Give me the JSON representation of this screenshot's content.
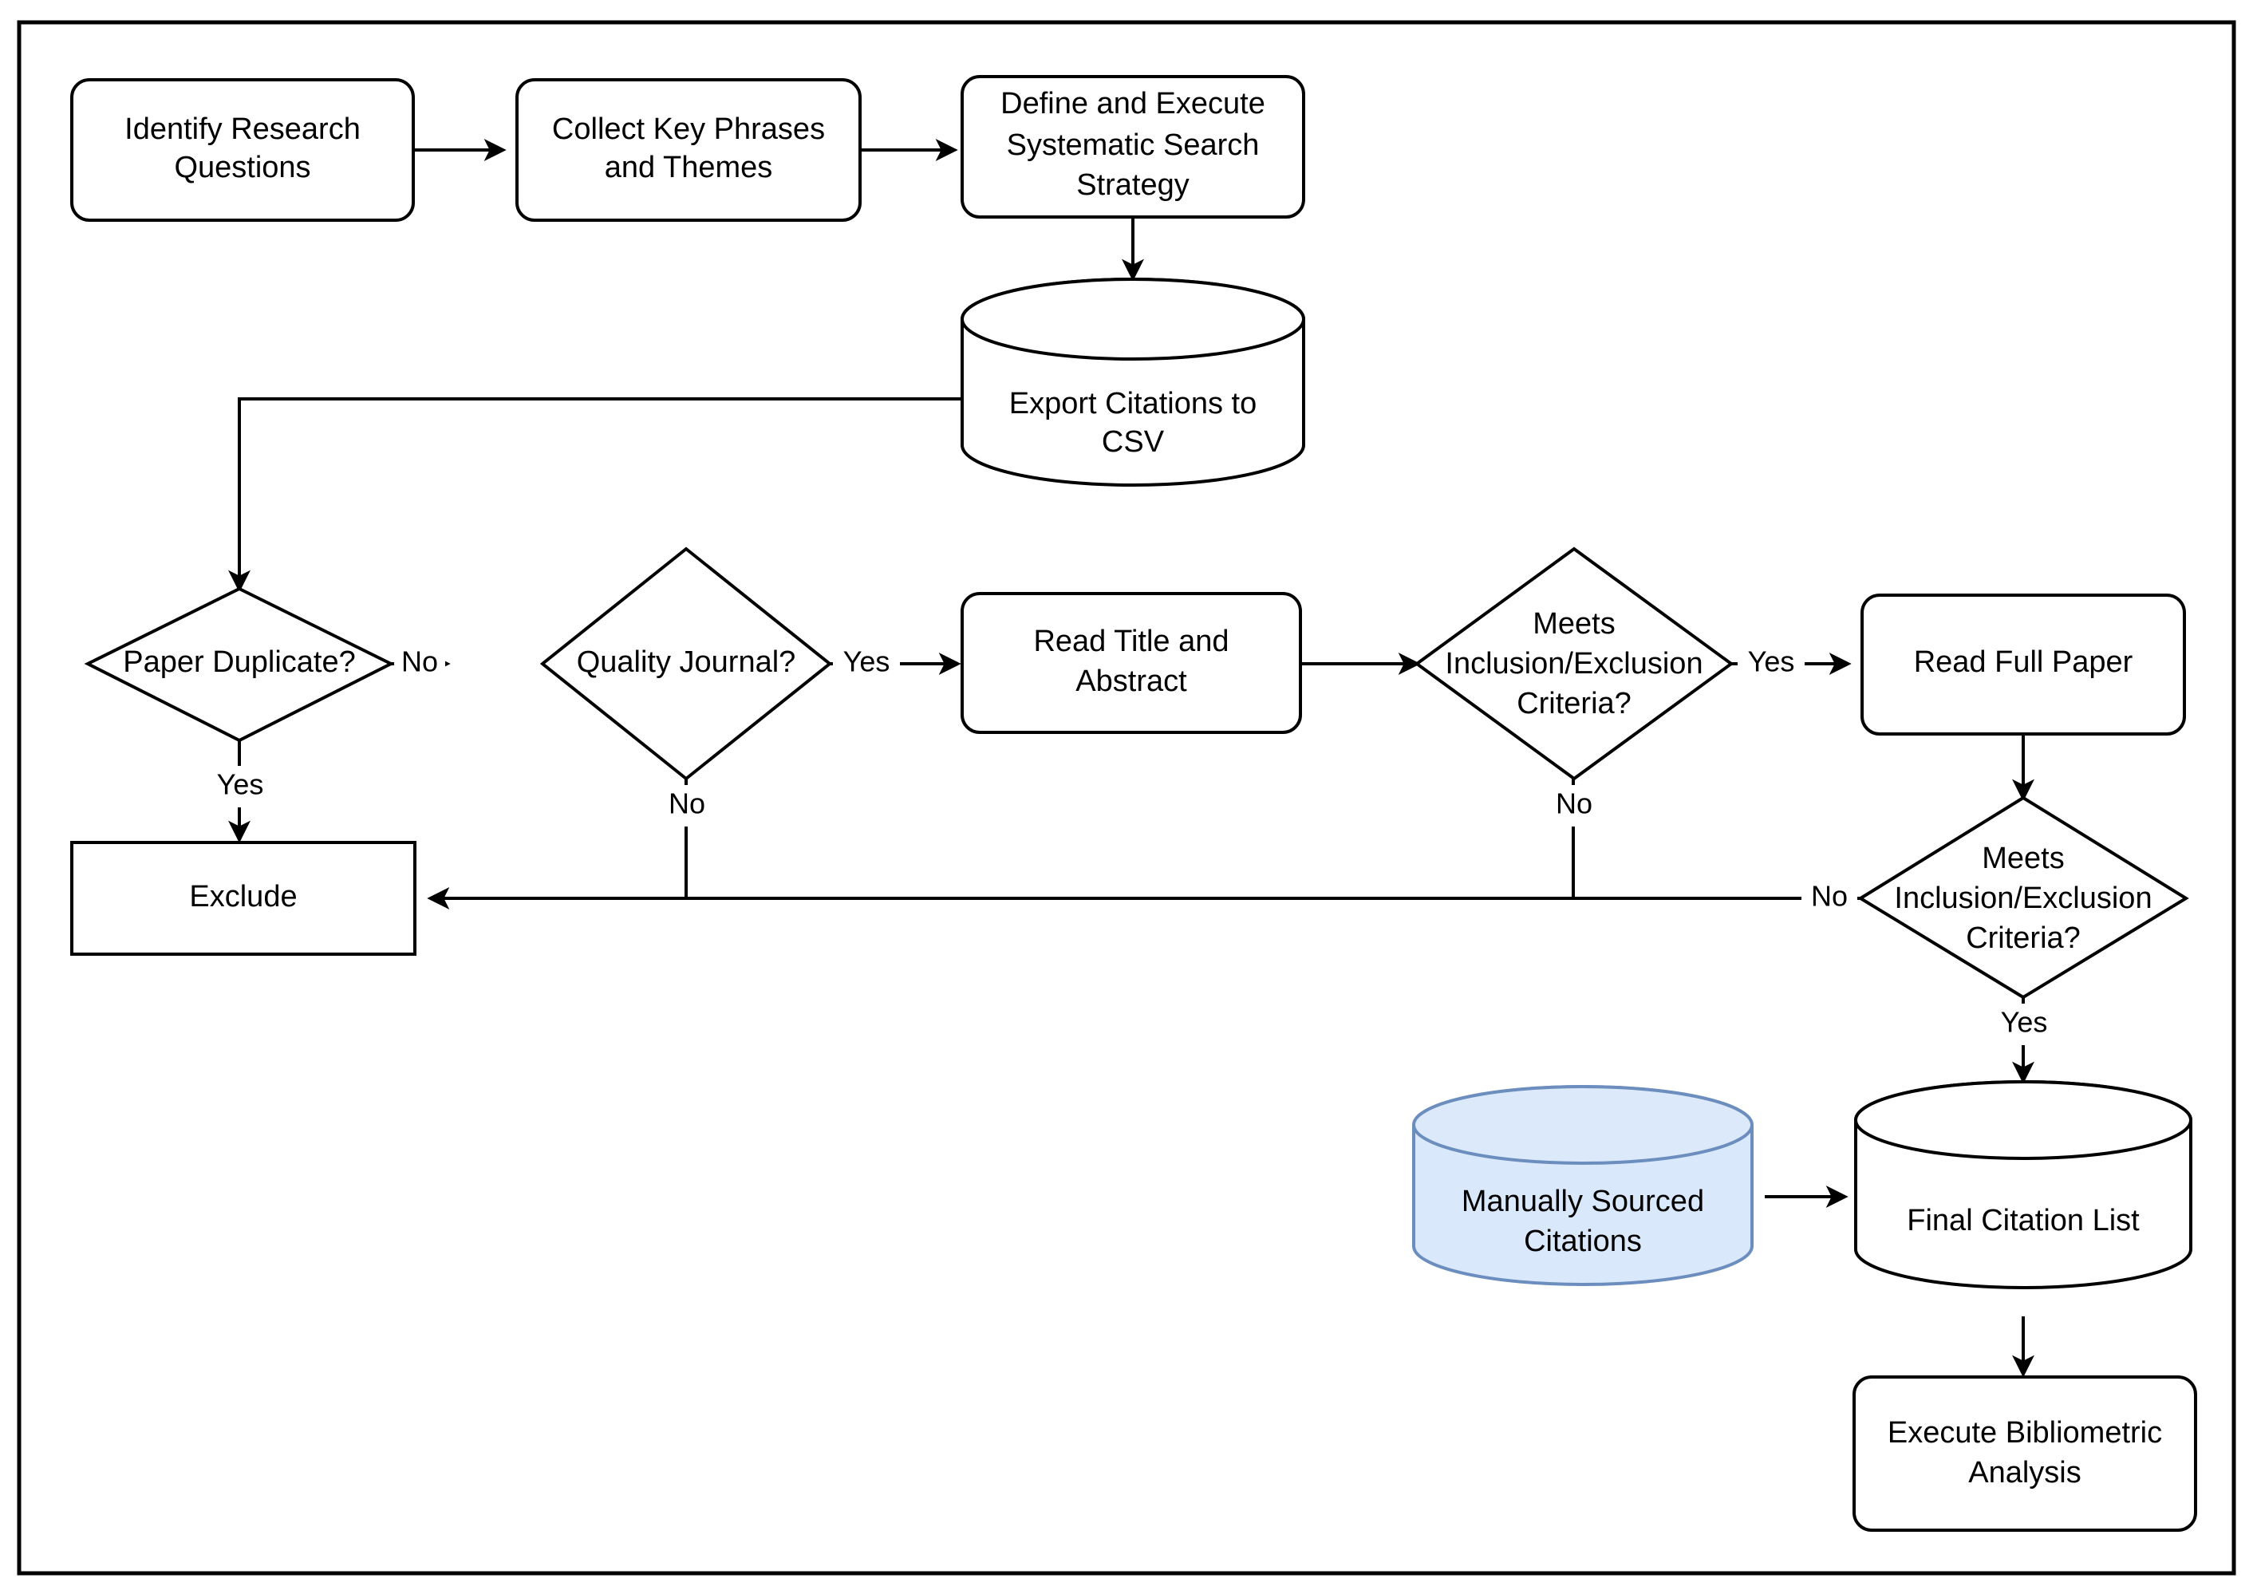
{
  "diagram": {
    "title": "Systematic Literature Review Process Flowchart",
    "frame": {
      "stroke": "#000000"
    },
    "colors": {
      "node_stroke": "#000000",
      "node_fill": "#ffffff",
      "highlight_fill": "#dae8fc",
      "highlight_stroke": "#6c8ebf",
      "edge_stroke": "#000000",
      "text": "#000000"
    },
    "nodes": [
      {
        "id": "identify-research-questions",
        "shape": "rounded-rect",
        "lines": [
          "Identify Research",
          "Questions"
        ]
      },
      {
        "id": "collect-key-phrases",
        "shape": "rounded-rect",
        "lines": [
          "Collect Key Phrases",
          "and Themes"
        ]
      },
      {
        "id": "define-execute-search",
        "shape": "rounded-rect",
        "lines": [
          "Define and Execute",
          "Systematic Search",
          "Strategy"
        ]
      },
      {
        "id": "export-citations-csv",
        "shape": "cylinder",
        "lines": [
          "Export Citations to",
          "CSV"
        ]
      },
      {
        "id": "paper-duplicate",
        "shape": "diamond",
        "lines": [
          "Paper Duplicate?"
        ]
      },
      {
        "id": "quality-journal",
        "shape": "diamond",
        "lines": [
          "Quality Journal?"
        ]
      },
      {
        "id": "read-title-abstract",
        "shape": "rounded-rect",
        "lines": [
          "Read Title and",
          "Abstract"
        ]
      },
      {
        "id": "meets-criteria-1",
        "shape": "diamond",
        "lines": [
          "Meets",
          "Inclusion/Exclusion",
          "Criteria?"
        ]
      },
      {
        "id": "read-full-paper",
        "shape": "rounded-rect",
        "lines": [
          "Read Full Paper"
        ]
      },
      {
        "id": "meets-criteria-2",
        "shape": "diamond",
        "lines": [
          "Meets",
          "Inclusion/Exclusion",
          "Criteria?"
        ]
      },
      {
        "id": "exclude",
        "shape": "rect",
        "lines": [
          "Exclude"
        ]
      },
      {
        "id": "manually-sourced-citations",
        "shape": "cylinder-highlighted",
        "lines": [
          "Manually Sourced",
          "Citations"
        ]
      },
      {
        "id": "final-citation-list",
        "shape": "cylinder",
        "lines": [
          "Final Citation List"
        ]
      },
      {
        "id": "execute-bibliometric-analysis",
        "shape": "rounded-rect",
        "lines": [
          "Execute Bibliometric",
          "Analysis"
        ]
      }
    ],
    "edges": [
      {
        "from": "identify-research-questions",
        "to": "collect-key-phrases",
        "label": ""
      },
      {
        "from": "collect-key-phrases",
        "to": "define-execute-search",
        "label": ""
      },
      {
        "from": "define-execute-search",
        "to": "export-citations-csv",
        "label": ""
      },
      {
        "from": "export-citations-csv",
        "to": "paper-duplicate",
        "label": ""
      },
      {
        "from": "paper-duplicate",
        "to": "quality-journal",
        "label": "No"
      },
      {
        "from": "paper-duplicate",
        "to": "exclude",
        "label": "Yes"
      },
      {
        "from": "quality-journal",
        "to": "read-title-abstract",
        "label": "Yes"
      },
      {
        "from": "quality-journal",
        "to": "exclude",
        "label": "No"
      },
      {
        "from": "read-title-abstract",
        "to": "meets-criteria-1",
        "label": ""
      },
      {
        "from": "meets-criteria-1",
        "to": "read-full-paper",
        "label": "Yes"
      },
      {
        "from": "meets-criteria-1",
        "to": "exclude",
        "label": "No"
      },
      {
        "from": "read-full-paper",
        "to": "meets-criteria-2",
        "label": ""
      },
      {
        "from": "meets-criteria-2",
        "to": "exclude",
        "label": "No"
      },
      {
        "from": "meets-criteria-2",
        "to": "final-citation-list",
        "label": "Yes"
      },
      {
        "from": "manually-sourced-citations",
        "to": "final-citation-list",
        "label": ""
      },
      {
        "from": "final-citation-list",
        "to": "execute-bibliometric-analysis",
        "label": ""
      }
    ],
    "edge_labels": {
      "dup_no": "No",
      "dup_yes": "Yes",
      "journal_yes": "Yes",
      "journal_no": "No",
      "crit1_yes": "Yes",
      "crit1_no": "No",
      "crit2_no": "No",
      "crit2_yes": "Yes"
    },
    "text": {
      "identify_l1": "Identify Research",
      "identify_l2": "Questions",
      "collect_l1": "Collect Key Phrases",
      "collect_l2": "and Themes",
      "define_l1": "Define and Execute",
      "define_l2": "Systematic Search",
      "define_l3": "Strategy",
      "export_l1": "Export Citations to",
      "export_l2": "CSV",
      "paper_dup_l1": "Paper Duplicate?",
      "quality_l1": "Quality Journal?",
      "read_title_l1": "Read Title and",
      "read_title_l2": "Abstract",
      "crit1_l1": "Meets",
      "crit1_l2": "Inclusion/Exclusion",
      "crit1_l3": "Criteria?",
      "read_full_l1": "Read Full Paper",
      "crit2_l1": "Meets",
      "crit2_l2": "Inclusion/Exclusion",
      "crit2_l3": "Criteria?",
      "exclude_l1": "Exclude",
      "manual_l1": "Manually Sourced",
      "manual_l2": "Citations",
      "final_l1": "Final Citation List",
      "exec_l1": "Execute Bibliometric",
      "exec_l2": "Analysis"
    }
  }
}
